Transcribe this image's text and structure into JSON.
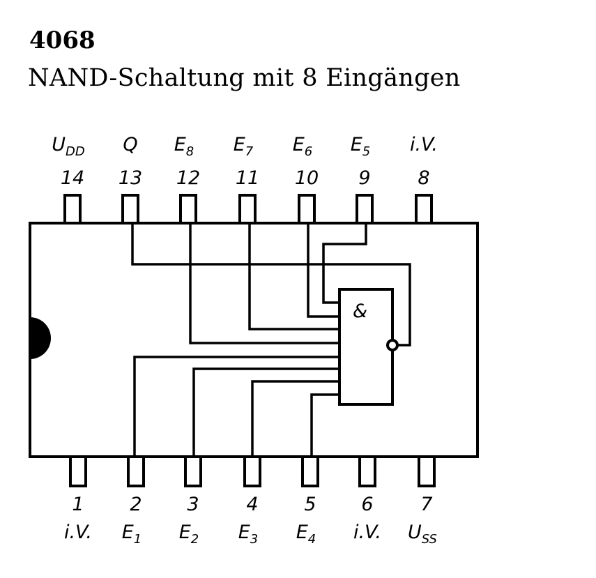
{
  "title": "4068",
  "subtitle": "NAND-Schaltung mit 8 Eingängen",
  "gate_symbol": "&",
  "top_pins": [
    {
      "number": "14",
      "name": "U",
      "sub": "DD"
    },
    {
      "number": "13",
      "name": "Q",
      "sub": ""
    },
    {
      "number": "12",
      "name": "E",
      "sub": "8"
    },
    {
      "number": "11",
      "name": "E",
      "sub": "7"
    },
    {
      "number": "10",
      "name": "E",
      "sub": "6"
    },
    {
      "number": "9",
      "name": "E",
      "sub": "5"
    },
    {
      "number": "8",
      "name": "i.V.",
      "sub": ""
    }
  ],
  "bottom_pins": [
    {
      "number": "1",
      "name": "i.V.",
      "sub": ""
    },
    {
      "number": "2",
      "name": "E",
      "sub": "1"
    },
    {
      "number": "3",
      "name": "E",
      "sub": "2"
    },
    {
      "number": "4",
      "name": "E",
      "sub": "3"
    },
    {
      "number": "5",
      "name": "E",
      "sub": "4"
    },
    {
      "number": "6",
      "name": "i.V.",
      "sub": ""
    },
    {
      "number": "7",
      "name": "U",
      "sub": "SS"
    }
  ]
}
